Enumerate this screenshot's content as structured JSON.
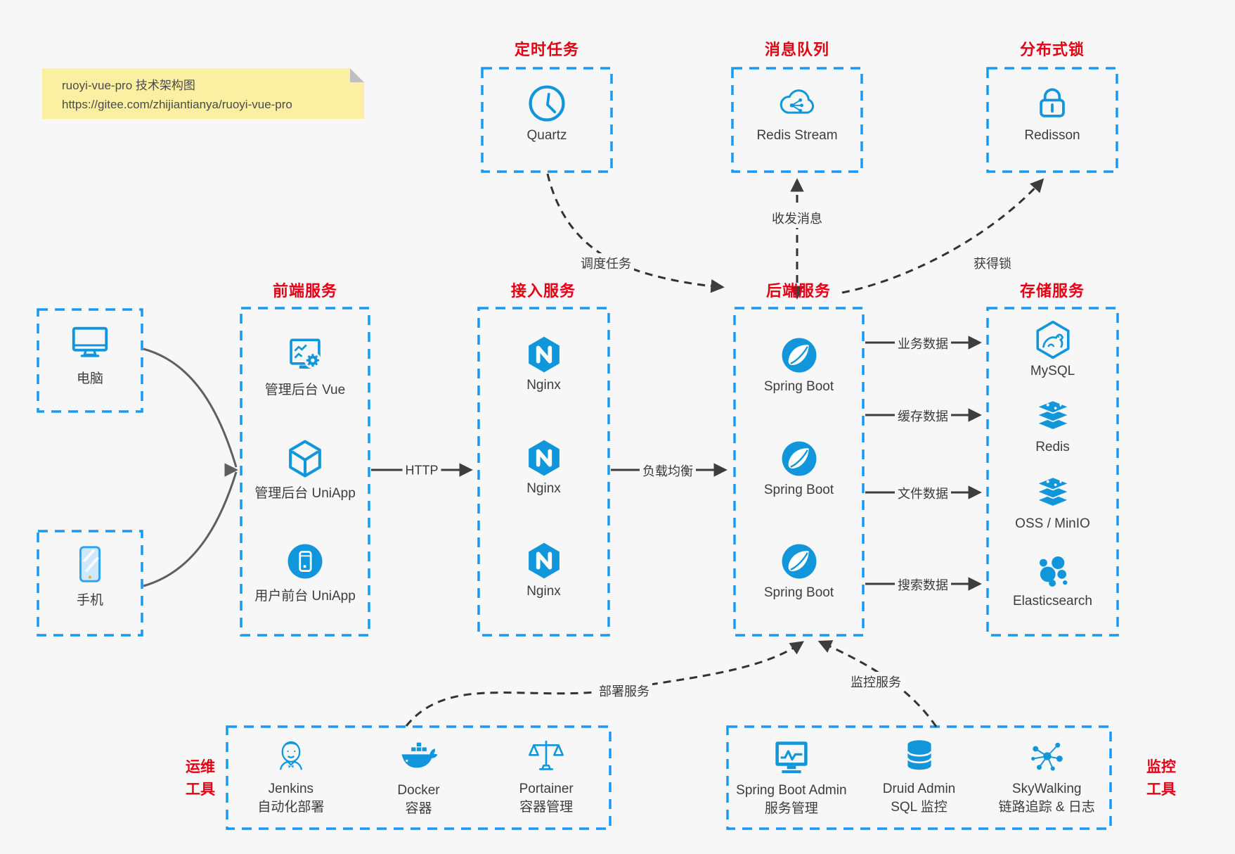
{
  "note": {
    "title": "ruoyi-vue-pro 技术架构图",
    "url": "https://gitee.com/zhijiantianya/ruoyi-vue-pro"
  },
  "top_services": [
    {
      "title": "定时任务",
      "item": "Quartz",
      "icon": "clock-icon"
    },
    {
      "title": "消息队列",
      "item": "Redis Stream",
      "icon": "cloud-stream-icon"
    },
    {
      "title": "分布式锁",
      "item": "Redisson",
      "icon": "lock-icon"
    }
  ],
  "clients": [
    {
      "label": "电脑",
      "icon": "desktop-icon"
    },
    {
      "label": "手机",
      "icon": "mobile-icon"
    }
  ],
  "columns": [
    {
      "title": "前端服务",
      "items": [
        "管理后台 Vue",
        "管理后台 UniApp",
        "用户前台 UniApp"
      ]
    },
    {
      "title": "接入服务",
      "items": [
        "Nginx",
        "Nginx",
        "Nginx"
      ]
    },
    {
      "title": "后端服务",
      "items": [
        "Spring Boot",
        "Spring Boot",
        "Spring Boot"
      ]
    },
    {
      "title": "存储服务",
      "items": [
        "MySQL",
        "Redis",
        "OSS / MinIO",
        "Elasticsearch"
      ]
    }
  ],
  "edges": {
    "http": "HTTP",
    "load_balance": "负载均衡",
    "schedule": "调度任务",
    "messaging": "收发消息",
    "lock": "获得锁",
    "business": "业务数据",
    "cache": "缓存数据",
    "file": "文件数据",
    "search": "搜索数据",
    "deploy": "部署服务",
    "monitor": "监控服务"
  },
  "ops": {
    "group_line1": "运维",
    "group_line2": "工具",
    "items": [
      {
        "name": "Jenkins",
        "desc": "自动化部署",
        "icon": "jenkins-icon"
      },
      {
        "name": "Docker",
        "desc": "容器",
        "icon": "docker-icon"
      },
      {
        "name": "Portainer",
        "desc": "容器管理",
        "icon": "portainer-icon"
      }
    ]
  },
  "monitoring": {
    "group_line1": "监控",
    "group_line2": "工具",
    "items": [
      {
        "name": "Spring Boot Admin",
        "desc": "服务管理",
        "icon": "monitor-chart-icon"
      },
      {
        "name": "Druid Admin",
        "desc": "SQL 监控",
        "icon": "database-icon"
      },
      {
        "name": "SkyWalking",
        "desc": "链路追踪 & 日志",
        "icon": "network-nodes-icon"
      }
    ]
  },
  "colors": {
    "accent_blue": "#1296db",
    "border_blue": "#1899f2",
    "title_red": "#e60014",
    "note_bg": "#fbf0a2",
    "background": "#f7f7f8",
    "arrow_dark": "#3d3d3d",
    "arrow_gray": "#5f5f5f"
  }
}
